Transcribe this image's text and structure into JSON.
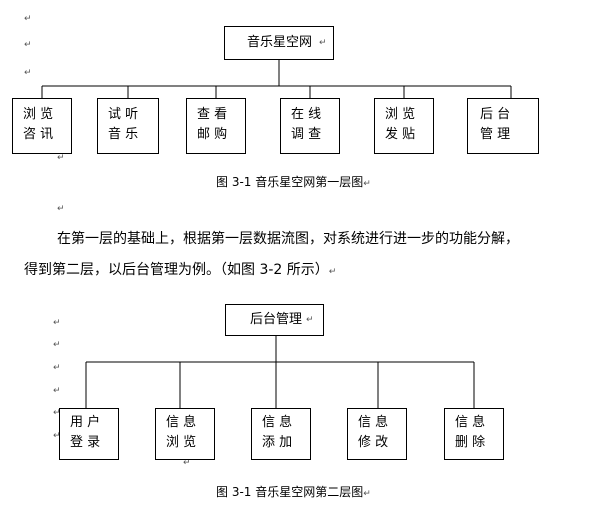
{
  "paragraph_mark": "↵",
  "diagram1": {
    "root": "音乐星空网",
    "children": [
      {
        "line1": "浏 览",
        "line2": "咨 讯"
      },
      {
        "line1": "试 听",
        "line2": "音 乐"
      },
      {
        "line1": "查 看",
        "line2": "邮 购"
      },
      {
        "line1": "在 线",
        "line2": "调 查"
      },
      {
        "line1": "浏 览",
        "line2": "发 贴"
      },
      {
        "line1": "后 台",
        "line2": "管 理"
      }
    ],
    "caption": "图 3-1 音乐星空网第一层图"
  },
  "body_text": {
    "line1": "在第一层的基础上，根据第一层数据流图，对系统进行进一步的功能分解，",
    "line2": "得到第二层，以后台管理为例。（如图 3-2 所示）"
  },
  "diagram2": {
    "root": "后台管理",
    "children": [
      {
        "line1": "用 户",
        "line2": "登 录"
      },
      {
        "line1": "信 息",
        "line2": "浏 览"
      },
      {
        "line1": "信 息",
        "line2": "添 加"
      },
      {
        "line1": "信 息",
        "line2": "修 改"
      },
      {
        "line1": "信 息",
        "line2": "删 除"
      }
    ],
    "caption": "图 3-1 音乐星空网第二层图"
  }
}
